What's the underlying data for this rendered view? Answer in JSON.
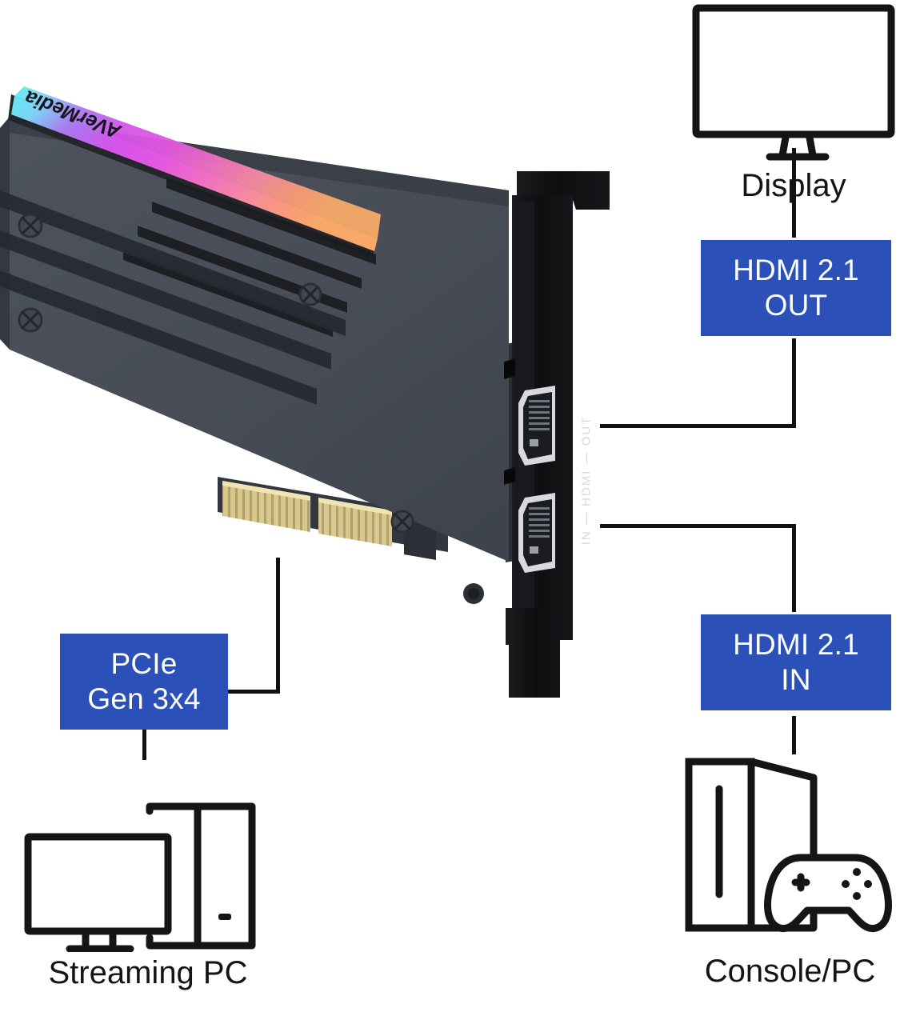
{
  "diagram": {
    "title": "AverMedia PCIe capture card connection diagram",
    "accent_color": "#2b51b8",
    "line_color": "#111111",
    "text_color": "#141414"
  },
  "product": {
    "brand_name": "AVerMedia",
    "bracket_silkscreen": "IN — HDMI — OUT",
    "port_out_label": "OUT",
    "port_in_label": "IN",
    "hdmi_silk": "HDMI",
    "rgb_colors": [
      "#4de3f0",
      "#9b6ff2",
      "#e05ce8",
      "#f06ab0",
      "#f98a63",
      "#f7a46a"
    ],
    "body_color": "#4a4f57",
    "bracket_color": "#121214",
    "gold_color": "#e3d39a"
  },
  "callouts": [
    {
      "id": "hdmi-out",
      "lines": [
        "HDMI 2.1",
        "OUT"
      ]
    },
    {
      "id": "hdmi-in",
      "lines": [
        "HDMI 2.1",
        "IN"
      ]
    },
    {
      "id": "pcie",
      "lines": [
        "PCIe",
        "Gen 3x4"
      ]
    }
  ],
  "devices": [
    {
      "id": "display",
      "caption": "Display",
      "icon": "monitor-icon"
    },
    {
      "id": "streaming-pc",
      "caption": "Streaming PC",
      "icon": "desktop-tower-icon"
    },
    {
      "id": "console-pc",
      "caption": "Console/PC",
      "icon": "console-gamepad-icon"
    }
  ]
}
